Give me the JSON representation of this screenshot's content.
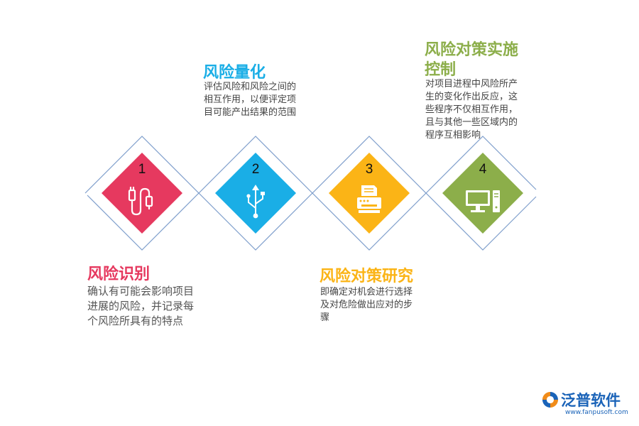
{
  "colors": {
    "step1": "#e6395f",
    "step2": "#1aaee6",
    "step3": "#fbb416",
    "step4": "#8cae4a",
    "outline": "#7f9fcc",
    "brand": "#1a63b8"
  },
  "steps": [
    {
      "number": "1",
      "title": "风险识别",
      "lines": [
        "确认有可能会影响项目",
        "进展的风险，并记录每",
        "个风险所具有的特点"
      ],
      "icon": "usb-cable-icon"
    },
    {
      "number": "2",
      "title": "风险量化",
      "lines": [
        "评估风险和风险之间的",
        "相互作用，以便评定项",
        "目可能产出结果的范围"
      ],
      "icon": "usb-symbol-icon"
    },
    {
      "number": "3",
      "title": "风险对策研究",
      "lines": [
        "即确定对机会进行选择",
        "及对危险做出应对的步",
        "骤"
      ],
      "icon": "printer-icon"
    },
    {
      "number": "4",
      "title_lines": [
        "风险对策实施",
        "控制"
      ],
      "lines": [
        "对项目进程中风险所产",
        "生的变化作出反应，这",
        "些程序不仅相互作用，",
        "且与其他一些区域内的",
        "程序互相影响"
      ],
      "icon": "desktop-computer-icon"
    }
  ],
  "watermark": {
    "name": "泛普软件",
    "url": "www.fanpusoft.com"
  }
}
